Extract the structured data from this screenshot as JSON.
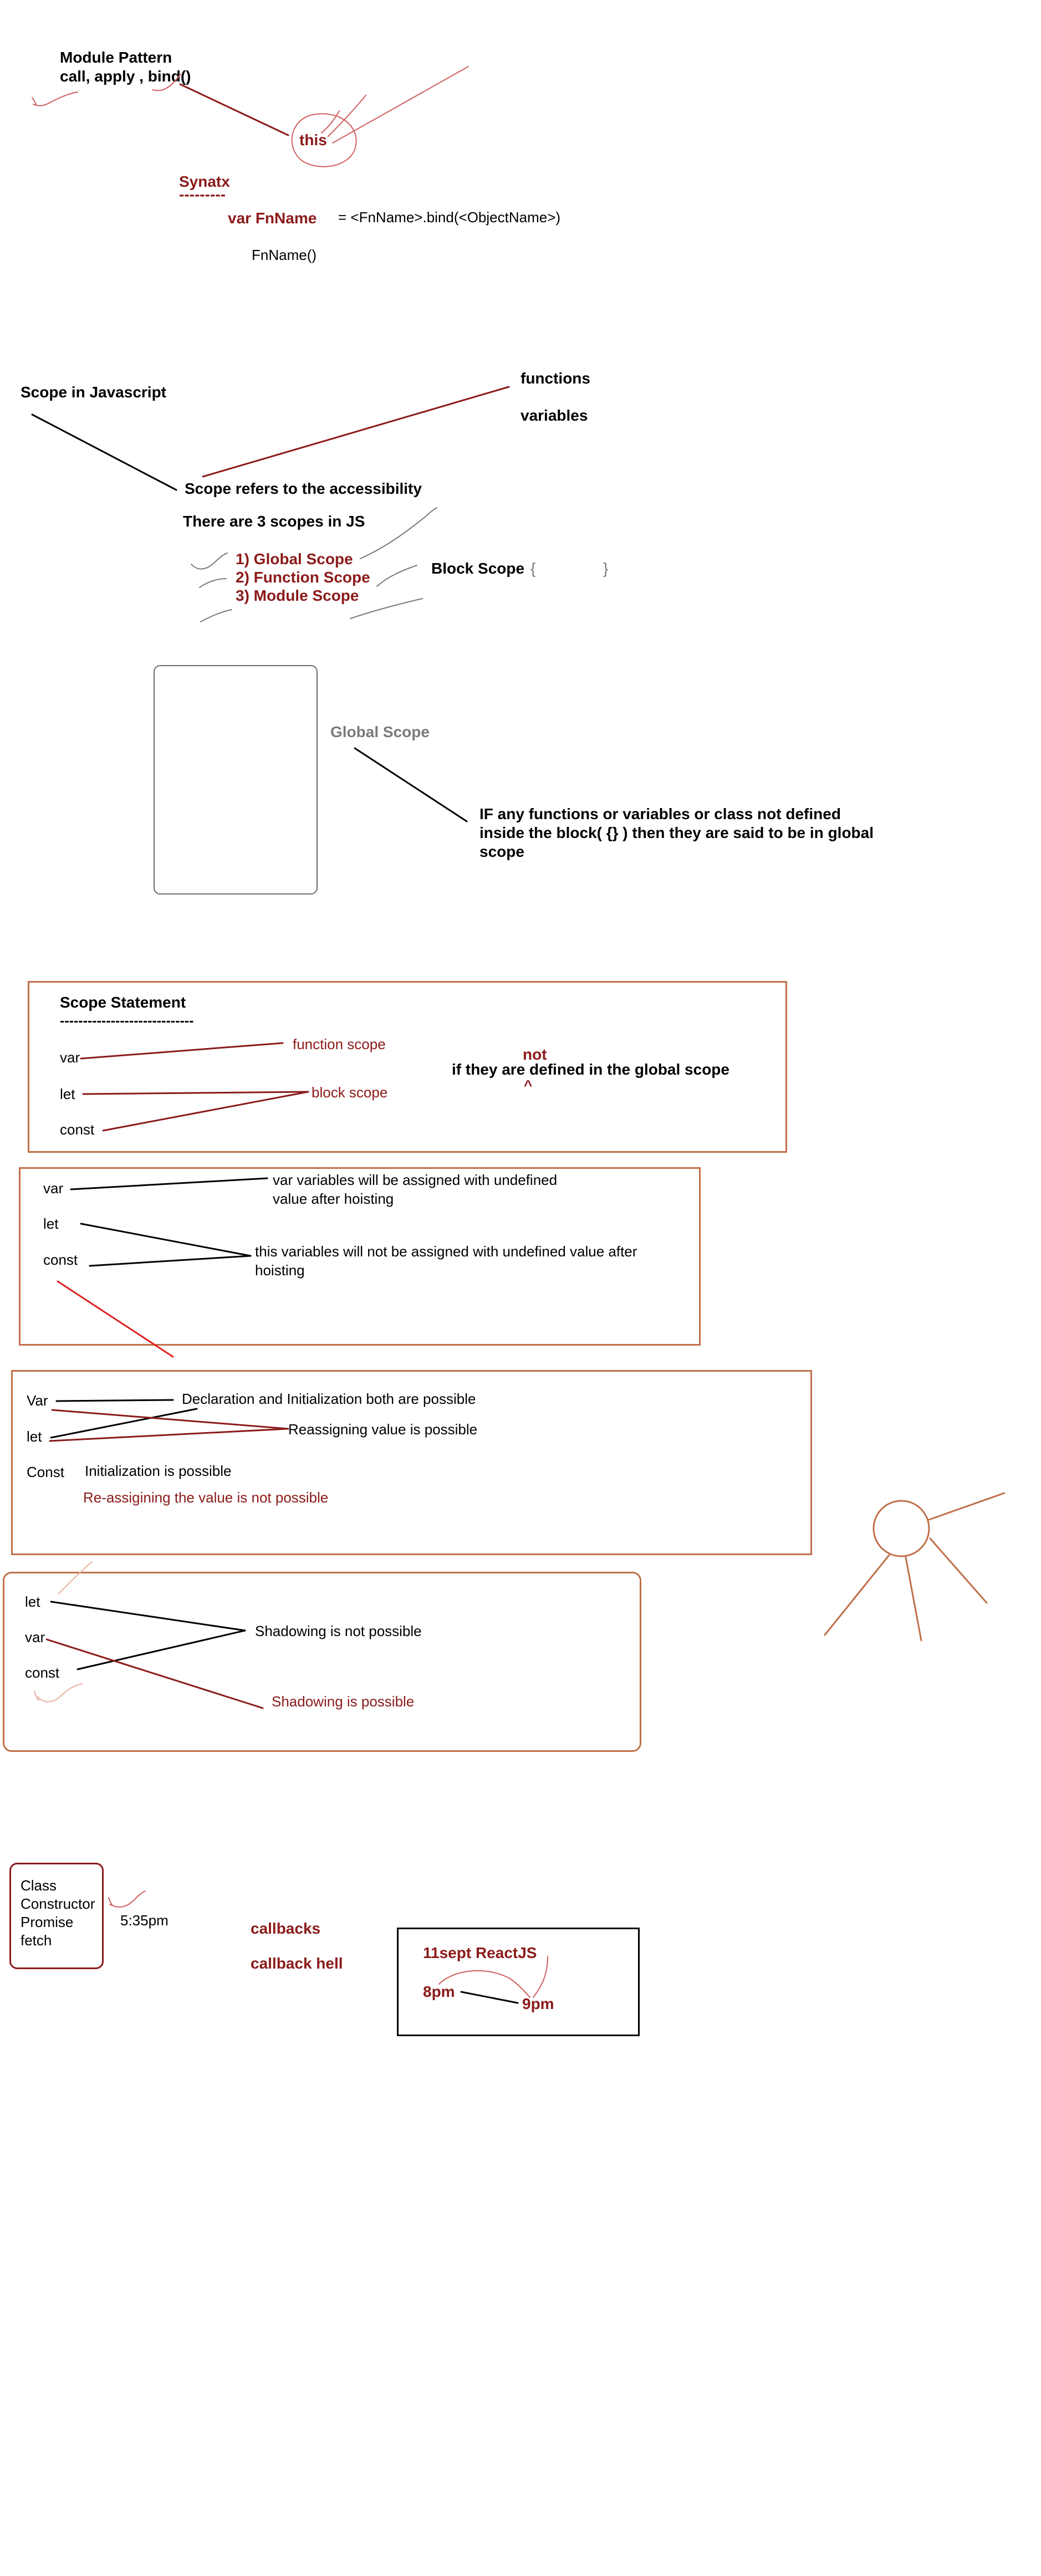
{
  "module": {
    "title": "Module Pattern",
    "methods": "call, apply , bind()",
    "this_word": "this",
    "syntax_heading": "Synatx",
    "syntax_underline": "---------",
    "syntax_keyword": "var FnName",
    "syntax_rest": "=  <FnName>.bind(<ObjectName>)",
    "syntax_call": "FnName()"
  },
  "scope": {
    "heading": "Scope in Javascript",
    "functions": "functions",
    "variables": "variables",
    "definition": "Scope refers to the accessibility",
    "count": "There are 3 scopes in JS",
    "list": [
      "1) Global Scope",
      "2) Function Scope",
      "3) Module Scope"
    ],
    "block_label": "Block Scope",
    "block_open": "{",
    "block_close": "}"
  },
  "global": {
    "label": "Global Scope",
    "desc_lines": [
      "IF any functions or variables or class not defined",
      "inside the block( {} ) then they are said to be in global",
      "scope"
    ]
  },
  "scope_statement": {
    "title": "Scope Statement",
    "underline": "-----------------------------",
    "var": "var",
    "let": "let",
    "const": "const",
    "function_scope": "function scope",
    "block_scope": "block scope",
    "not": "not",
    "caret": "^",
    "global_note": "if they are defined in the global scope"
  },
  "hoisting": {
    "var": "var",
    "let": "let",
    "const": "const",
    "var_note_lines": [
      "var variables will be assigned with undefined",
      "value after hoisting"
    ],
    "other_note_lines": [
      "this variables will not be assigned with undefined value after",
      "hoisting"
    ]
  },
  "assignment": {
    "var": "Var",
    "let": "let",
    "const": "Const",
    "decl_init": "Declaration and Initialization both are possible",
    "reassign": "Reassigning value is possible",
    "init_only": "Initialization is possible",
    "reassign_not": "Re-assigining the value is not possible"
  },
  "shadowing": {
    "let": "let",
    "var": "var",
    "const": "const",
    "not_possible": "Shadowing is not possible",
    "possible": "Shadowing is possible"
  },
  "topics": {
    "items": [
      "Class",
      "Constructor",
      "Promise",
      "fetch"
    ],
    "time": "5:35pm",
    "callbacks": "callbacks",
    "callback_hell": "callback hell"
  },
  "react": {
    "title": "11sept ReactJS",
    "start": "8pm",
    "end": "9pm"
  },
  "colors": {
    "ink_red": "#8b1a1a",
    "box_orange": "#c0704a",
    "gray_text": "#7a7a7a"
  }
}
